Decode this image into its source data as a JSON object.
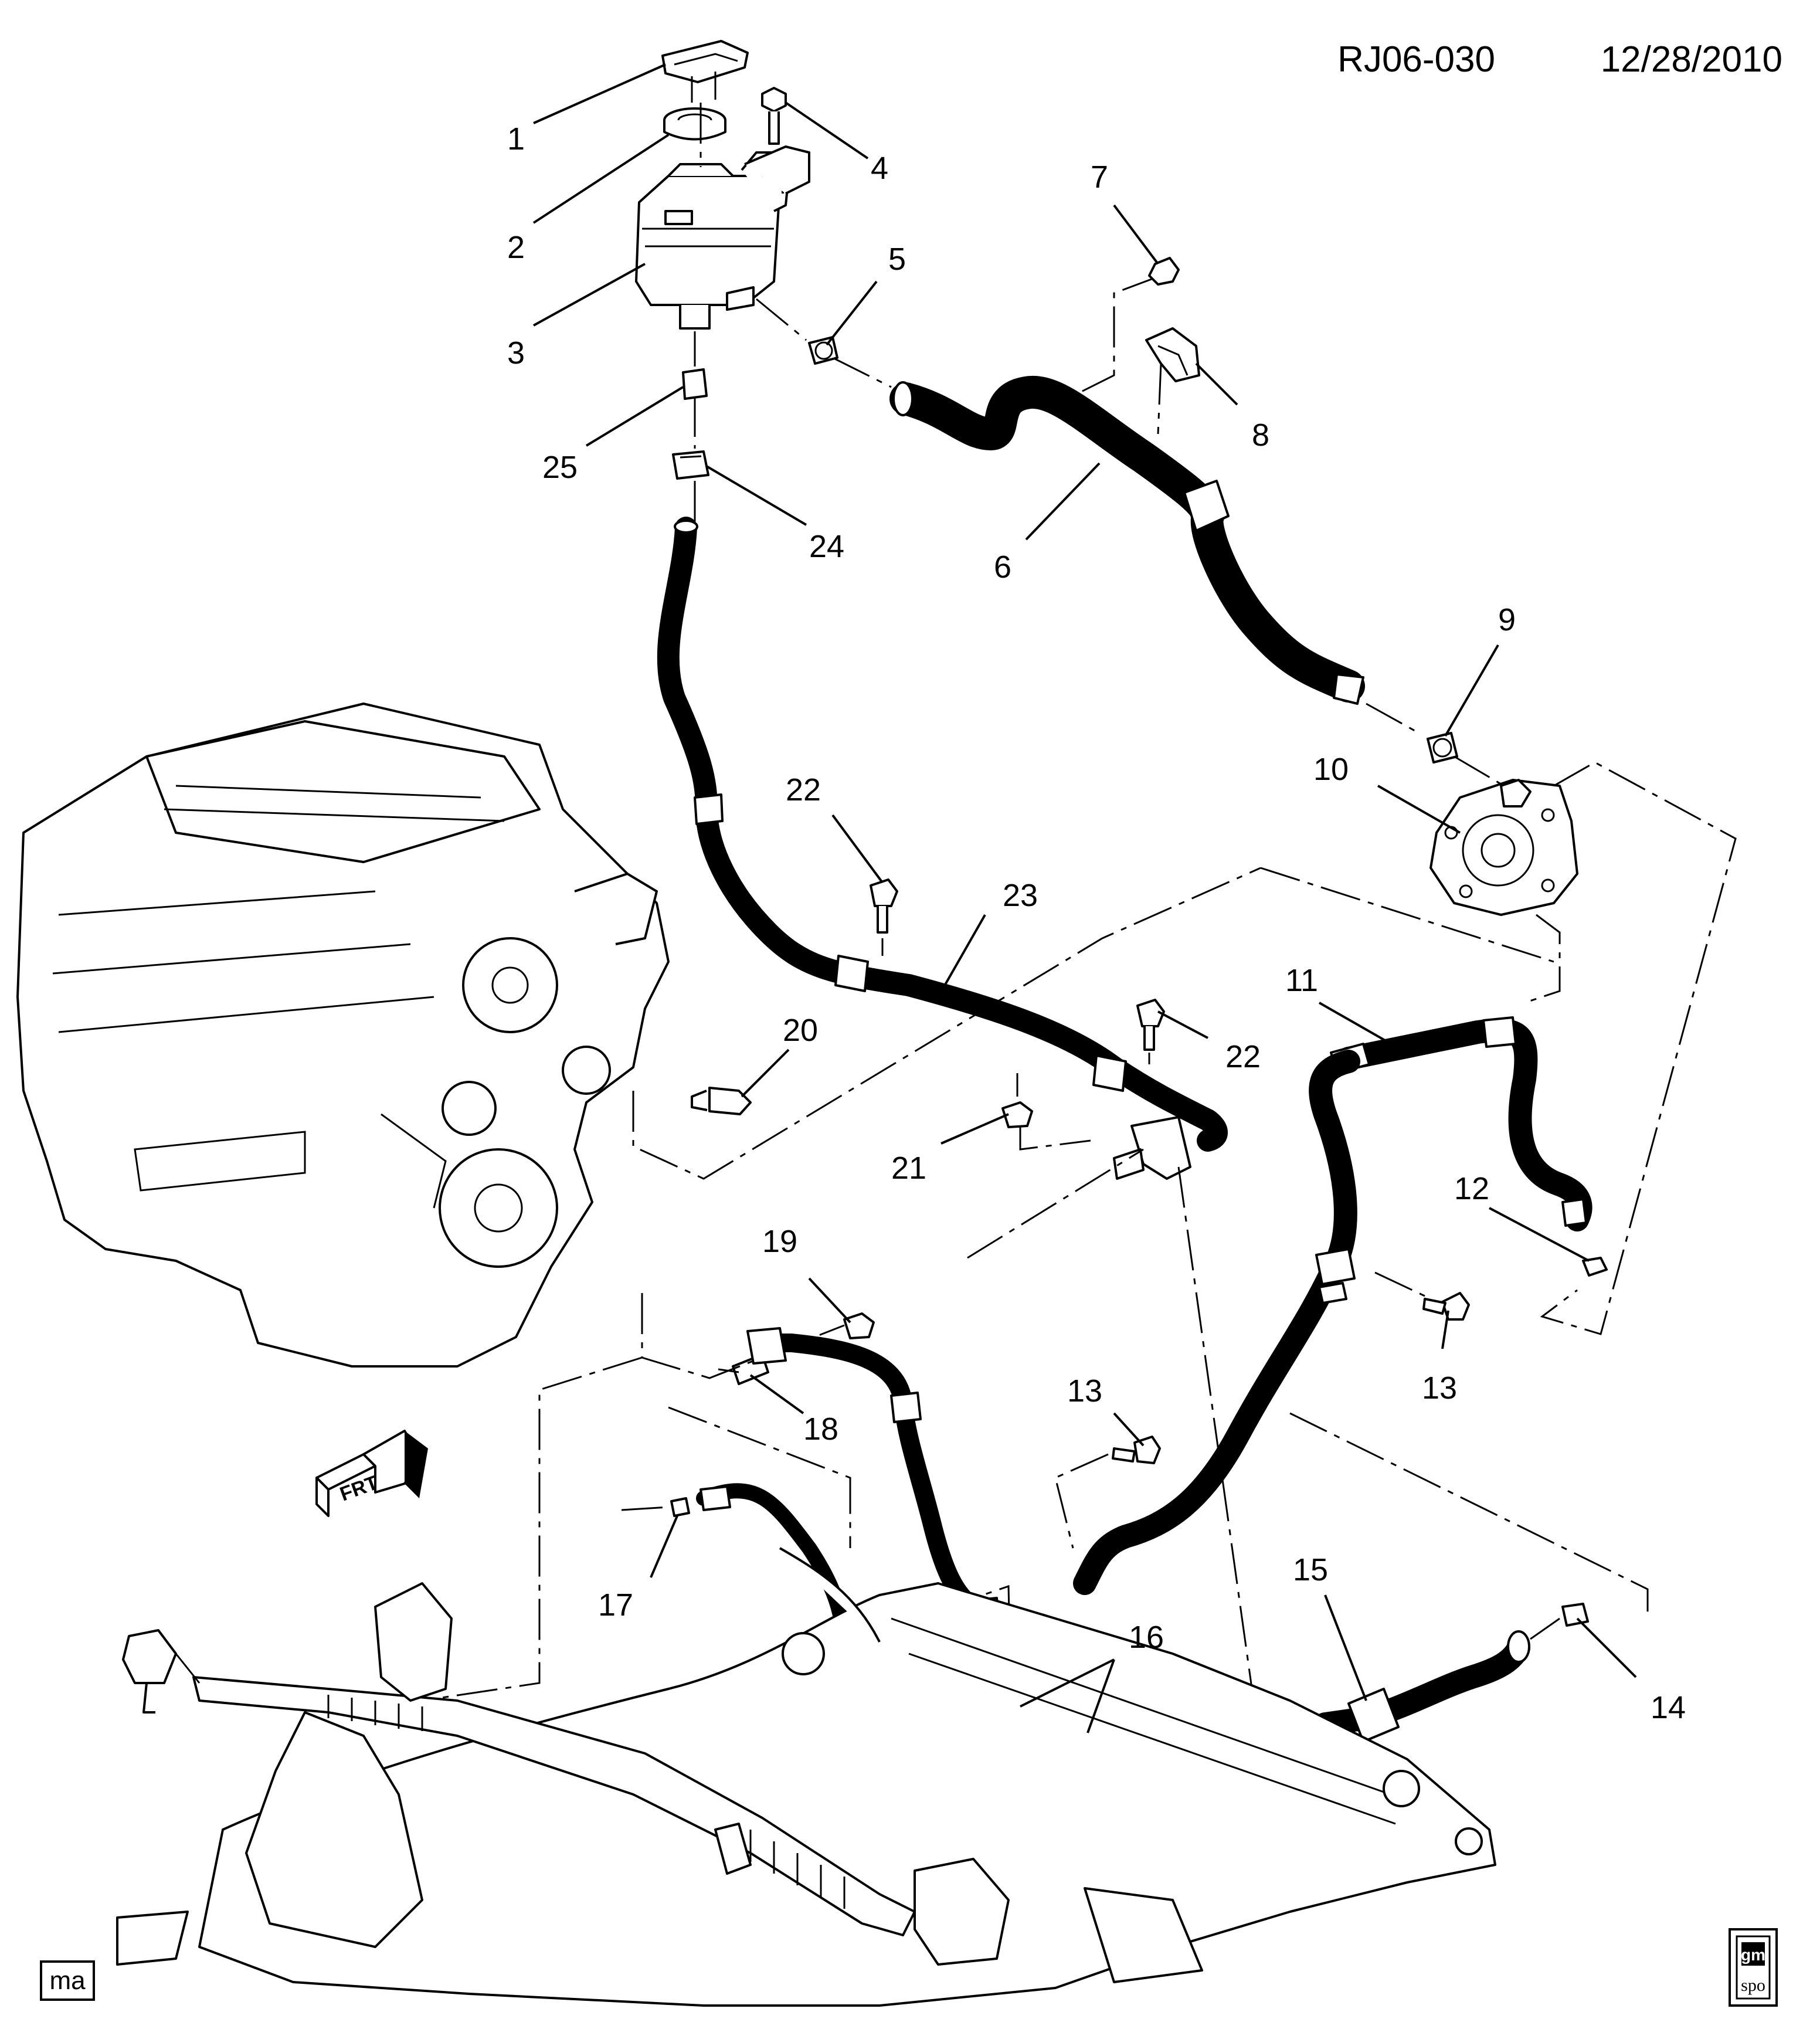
{
  "header": {
    "code": "RJ06-030",
    "date": "12/28/2010"
  },
  "footer": {
    "artist_initials": "ma",
    "logo_top": "gm",
    "logo_bottom": "spo"
  },
  "orientation_mark": {
    "text": "FRT"
  },
  "callouts": [
    "1",
    "2",
    "3",
    "4",
    "5",
    "6",
    "7",
    "8",
    "9",
    "10",
    "11",
    "12",
    "13",
    "13",
    "14",
    "15",
    "16",
    "17",
    "18",
    "19",
    "20",
    "21",
    "22",
    "22",
    "23",
    "24",
    "25"
  ]
}
